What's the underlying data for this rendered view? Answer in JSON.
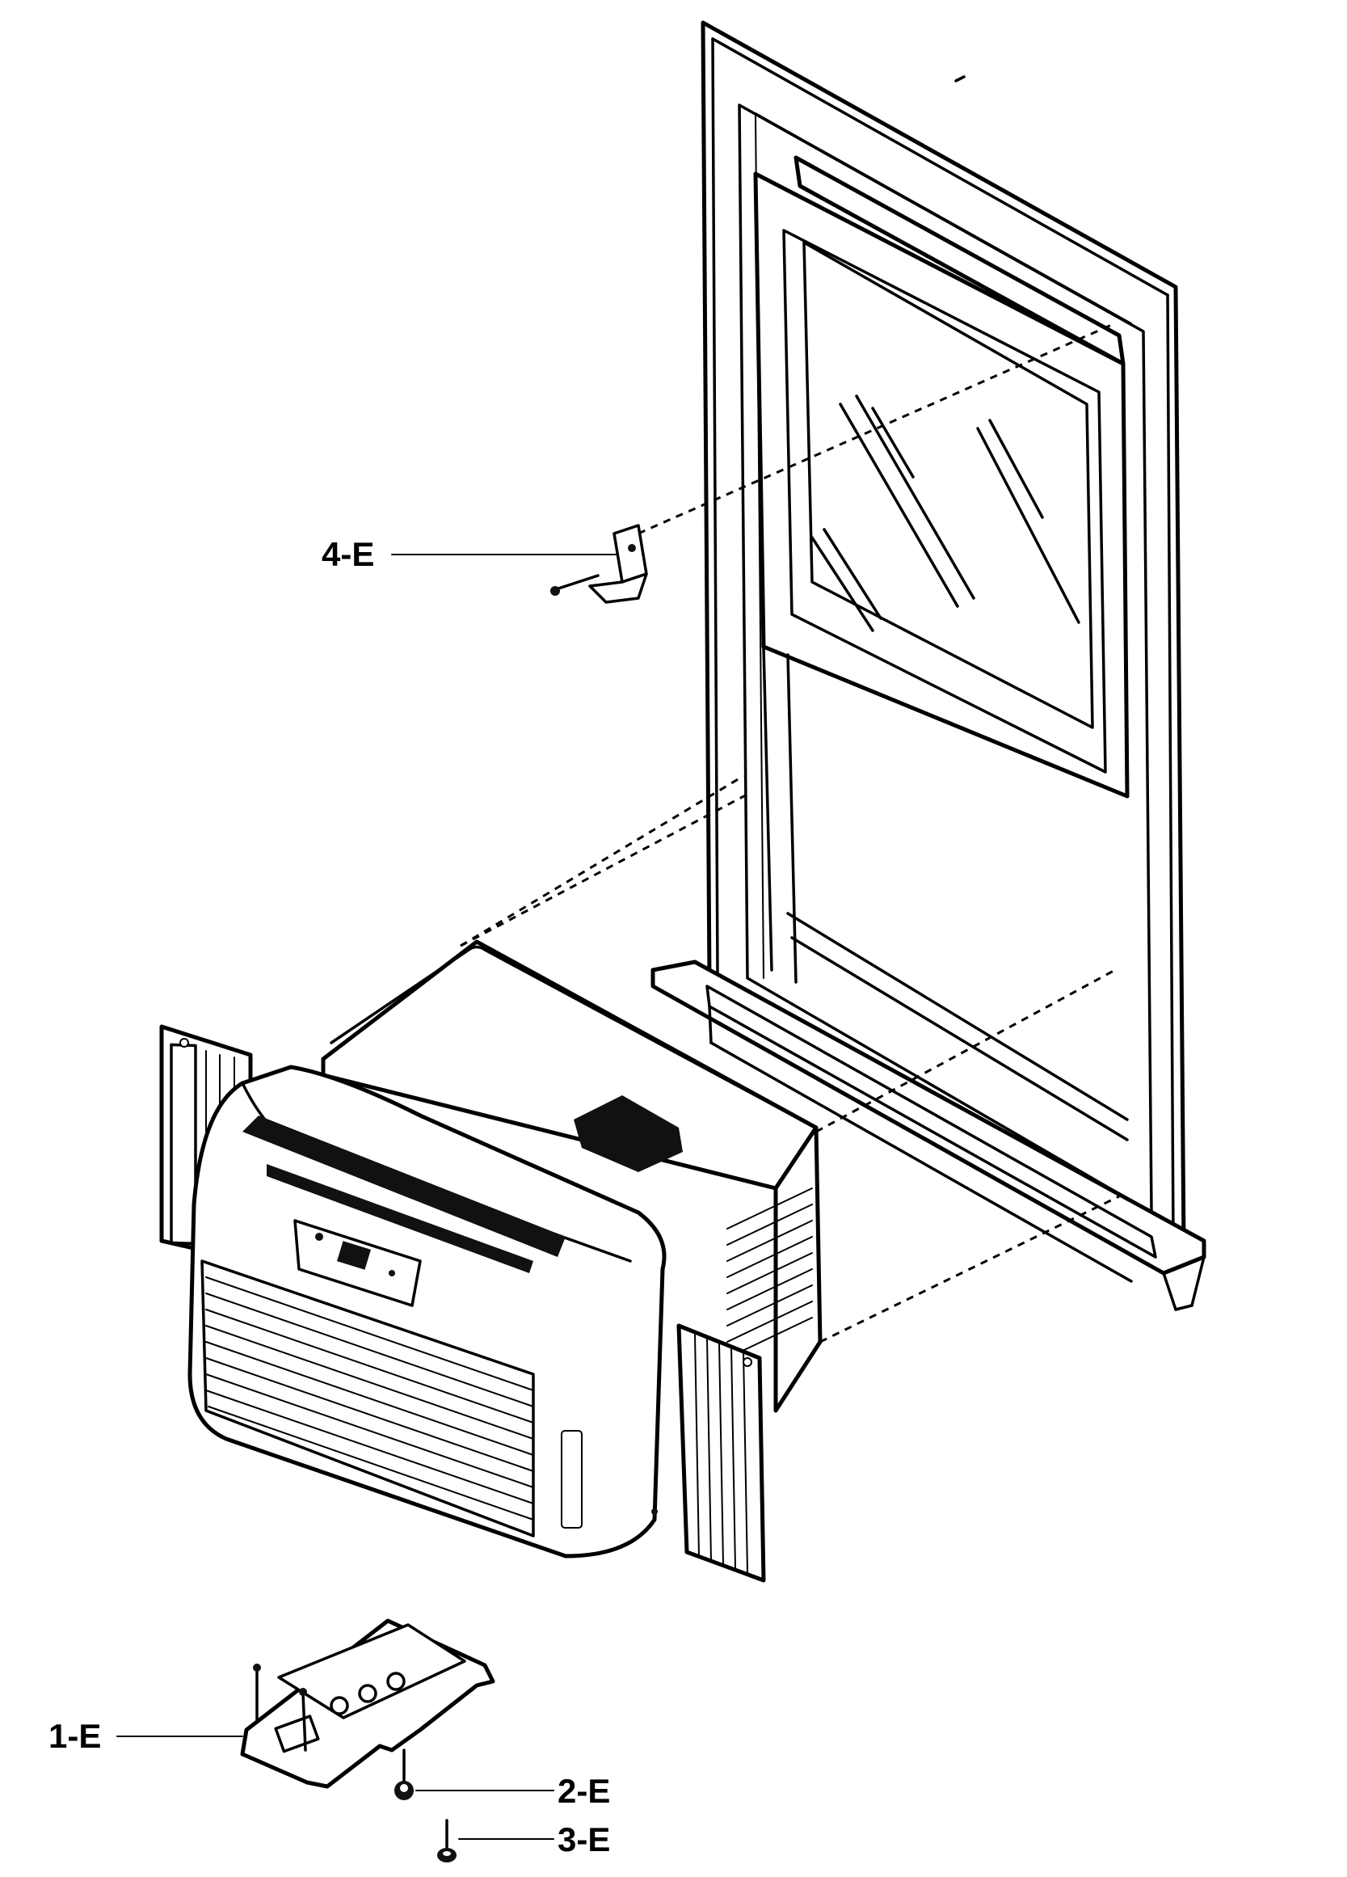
{
  "diagram": {
    "callouts": [
      {
        "id": "4-E",
        "label": "4-E"
      },
      {
        "id": "1-E",
        "label": "1-E"
      },
      {
        "id": "2-E",
        "label": "2-E"
      },
      {
        "id": "3-E",
        "label": "3-E"
      }
    ]
  },
  "colors": {
    "ink": "#000000",
    "paper": "#ffffff"
  }
}
